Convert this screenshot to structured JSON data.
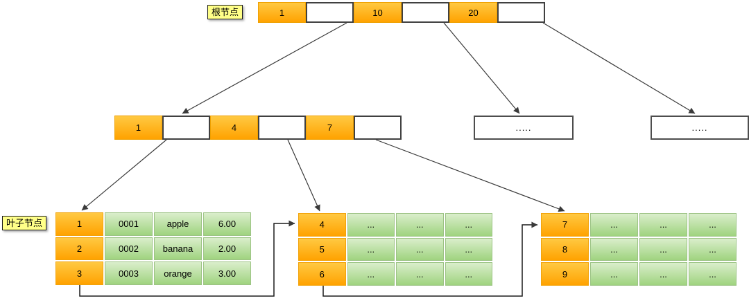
{
  "labels": {
    "root": "根节点",
    "leaf": "叶子节点"
  },
  "colors": {
    "key_cell_top": "#ffc942",
    "key_cell_bottom": "#ffa200",
    "data_cell_top": "#daeecb",
    "data_cell_bottom": "#9fd37f",
    "label_bg": "#ffff88",
    "arrow": "#3a3a3a"
  },
  "root_node": {
    "cells": [
      {
        "type": "key",
        "text": "1"
      },
      {
        "type": "pointer",
        "text": ""
      },
      {
        "type": "key",
        "text": "10"
      },
      {
        "type": "pointer",
        "text": ""
      },
      {
        "type": "key",
        "text": "20"
      },
      {
        "type": "pointer",
        "text": ""
      }
    ]
  },
  "internal_node": {
    "cells": [
      {
        "type": "key",
        "text": "1"
      },
      {
        "type": "pointer",
        "text": ""
      },
      {
        "type": "key",
        "text": "4"
      },
      {
        "type": "pointer",
        "text": ""
      },
      {
        "type": "key",
        "text": "7"
      },
      {
        "type": "pointer",
        "text": ""
      }
    ]
  },
  "ellipsis_boxes": [
    {
      "text": "....."
    },
    {
      "text": "....."
    }
  ],
  "leaves": [
    {
      "rows": [
        {
          "key": "1",
          "cols": [
            "0001",
            "apple",
            "6.00"
          ]
        },
        {
          "key": "2",
          "cols": [
            "0002",
            "banana",
            "2.00"
          ]
        },
        {
          "key": "3",
          "cols": [
            "0003",
            "orange",
            "3.00"
          ]
        }
      ]
    },
    {
      "rows": [
        {
          "key": "4",
          "cols": [
            "...",
            "...",
            "..."
          ]
        },
        {
          "key": "5",
          "cols": [
            "...",
            "...",
            "..."
          ]
        },
        {
          "key": "6",
          "cols": [
            "...",
            "...",
            "..."
          ]
        }
      ]
    },
    {
      "rows": [
        {
          "key": "7",
          "cols": [
            "...",
            "...",
            "..."
          ]
        },
        {
          "key": "8",
          "cols": [
            "...",
            "...",
            "..."
          ]
        },
        {
          "key": "9",
          "cols": [
            "...",
            "...",
            "..."
          ]
        }
      ]
    }
  ]
}
